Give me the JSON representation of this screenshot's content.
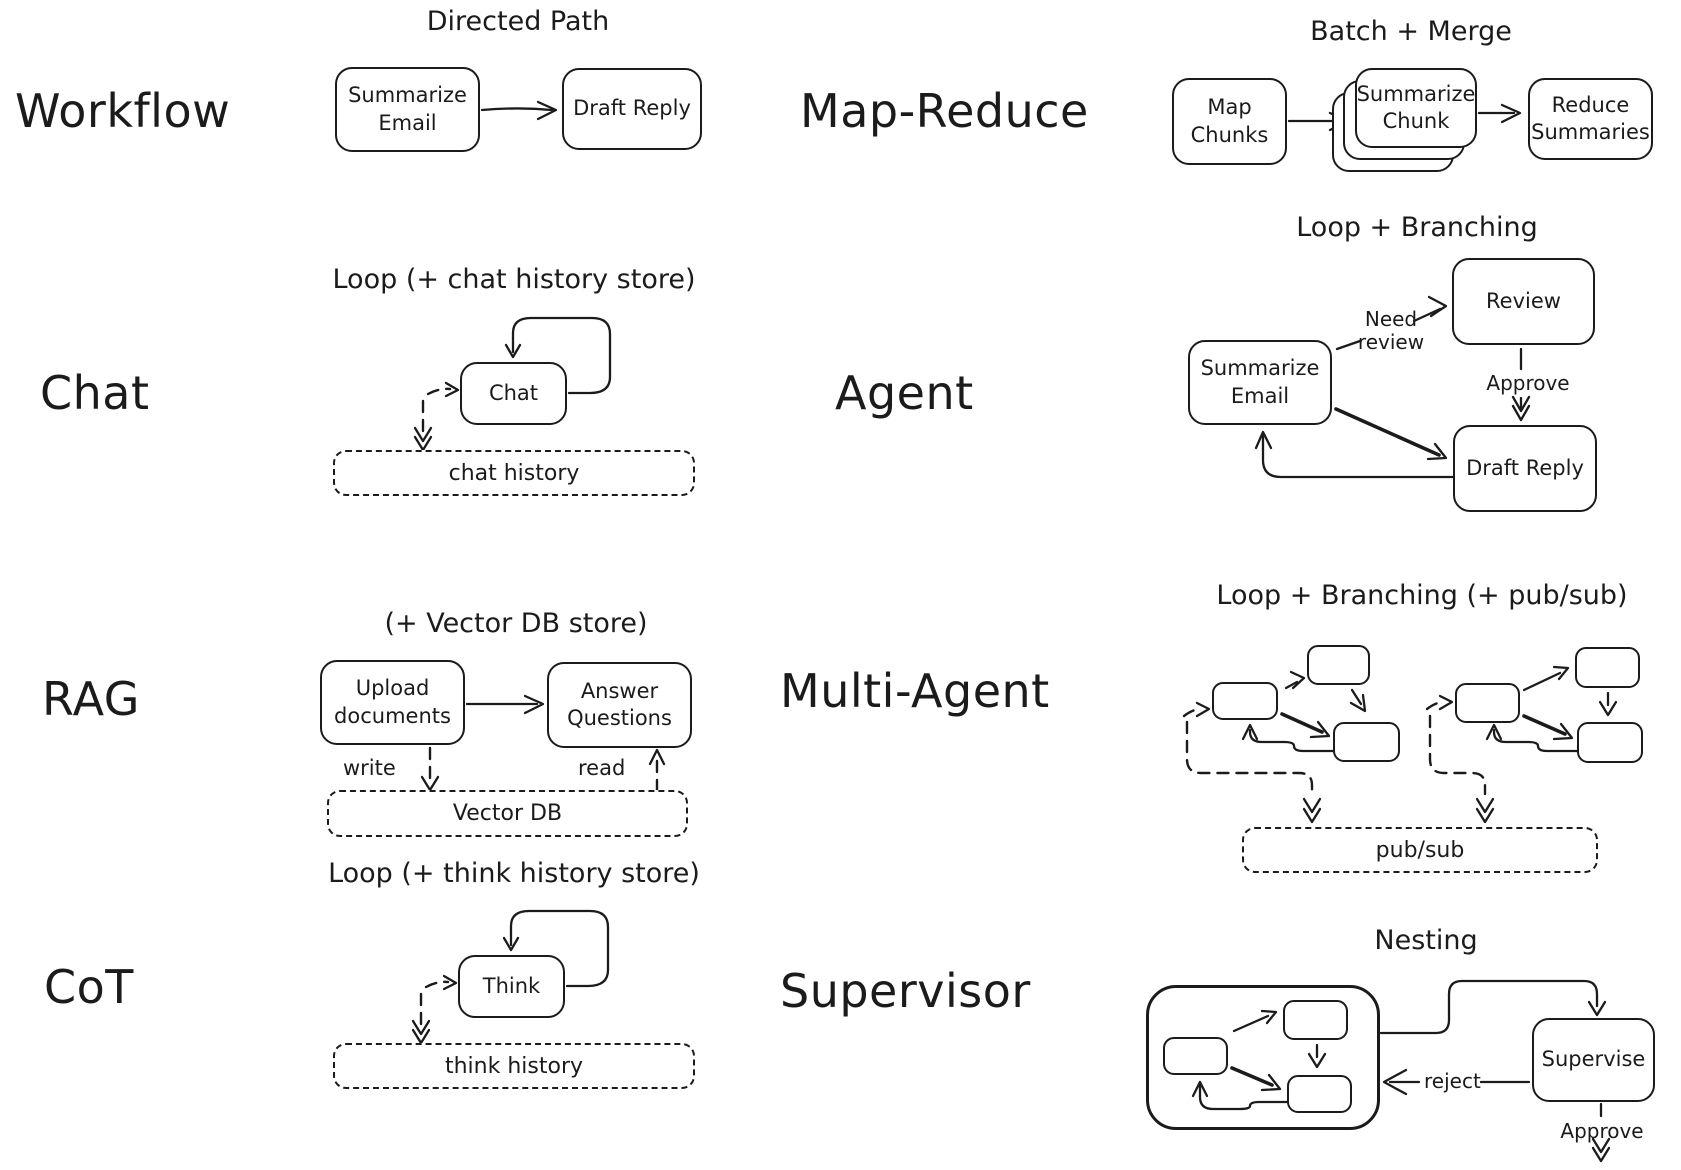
{
  "page": {
    "background": "#ffffff",
    "ink": "#1b1b1b"
  },
  "sections": {
    "workflow": {
      "label": "Workflow",
      "title": "Directed Path",
      "nodes": {
        "summarize_email": "Summarize Email",
        "draft_reply": "Draft Reply"
      }
    },
    "map_reduce": {
      "label": "Map-Reduce",
      "title": "Batch + Merge",
      "nodes": {
        "map_chunks": "Map Chunks",
        "summarize_chunk": "Summarize Chunk",
        "reduce_summaries": "Reduce Summaries"
      }
    },
    "chat": {
      "label": "Chat",
      "title": "Loop (+ chat history store)",
      "nodes": {
        "chat": "Chat",
        "chat_history": "chat history"
      }
    },
    "agent": {
      "label": "Agent",
      "title": "Loop + Branching",
      "nodes": {
        "summarize_email": "Summarize Email",
        "review": "Review",
        "draft_reply": "Draft Reply"
      },
      "edges": {
        "need_review": "Need review",
        "approve": "Approve"
      }
    },
    "rag": {
      "label": "RAG",
      "title": "(+ Vector DB store)",
      "nodes": {
        "upload_documents": "Upload documents",
        "answer_questions": "Answer Questions",
        "vector_db": "Vector DB"
      },
      "edges": {
        "write": "write",
        "read": "read"
      }
    },
    "multi_agent": {
      "label": "Multi-Agent",
      "title": "Loop + Branching (+ pub/sub)",
      "nodes": {
        "pub_sub": "pub/sub"
      }
    },
    "cot": {
      "label": "CoT",
      "title": "Loop (+ think history store)",
      "nodes": {
        "think": "Think",
        "think_history": "think history"
      }
    },
    "supervisor": {
      "label": "Supervisor",
      "title": "Nesting",
      "nodes": {
        "supervise": "Supervise"
      },
      "edges": {
        "reject": "reject",
        "approve": "Approve"
      }
    }
  }
}
